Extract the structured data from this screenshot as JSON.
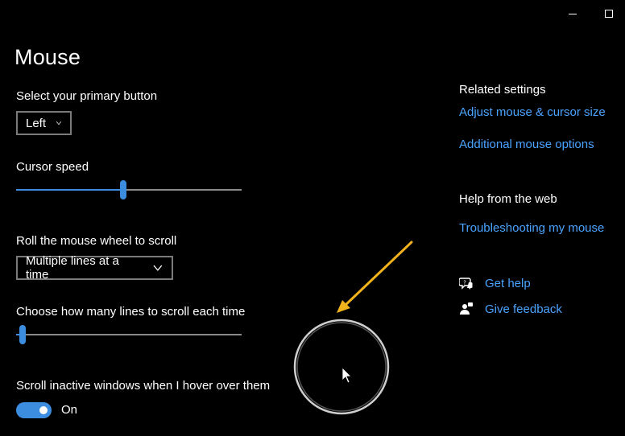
{
  "page": {
    "title": "Mouse"
  },
  "primary_button": {
    "label": "Select your primary button",
    "value": "Left"
  },
  "cursor_speed": {
    "label": "Cursor speed",
    "value_fraction": 0.475
  },
  "scroll_mode": {
    "label": "Roll the mouse wheel to scroll",
    "value": "Multiple lines at a time"
  },
  "scroll_lines": {
    "label": "Choose how many lines to scroll each time",
    "value_fraction": 0.03
  },
  "scroll_inactive": {
    "label": "Scroll inactive windows when I hover over them",
    "state": "On"
  },
  "related_settings": {
    "heading": "Related settings",
    "links": [
      "Adjust mouse & cursor size",
      "Additional mouse options"
    ]
  },
  "help_web": {
    "heading": "Help from the web",
    "link": "Troubleshooting my mouse"
  },
  "help_actions": {
    "get_help": "Get help",
    "give_feedback": "Give feedback"
  },
  "colors": {
    "background": "#000000",
    "accent": "#3c8de0",
    "link": "#4aa3ff",
    "annotation_arrow": "#f2b21c"
  },
  "icons": {
    "dropdown": "chevron-down-icon",
    "get_help": "chat-help-icon",
    "give_feedback": "feedback-person-icon",
    "annotation": "arrow-icon",
    "cursor": "mouse-pointer-icon"
  }
}
